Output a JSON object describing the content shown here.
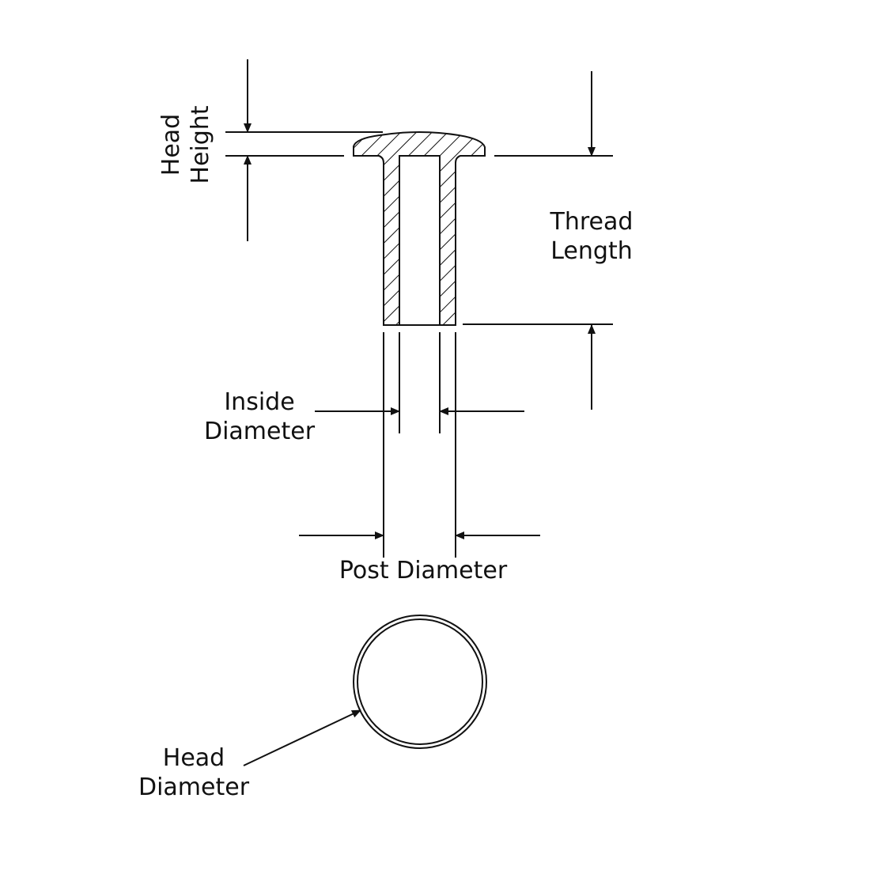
{
  "labels": {
    "head_height": [
      "Head",
      "Height"
    ],
    "thread_length": [
      "Thread",
      "Length"
    ],
    "inside_diameter": [
      "Inside",
      "Diameter"
    ],
    "post_diameter": "Post Diameter",
    "head_diameter": [
      "Head",
      "Diameter"
    ]
  },
  "colors": {
    "line": "#111111",
    "background": "#ffffff"
  }
}
